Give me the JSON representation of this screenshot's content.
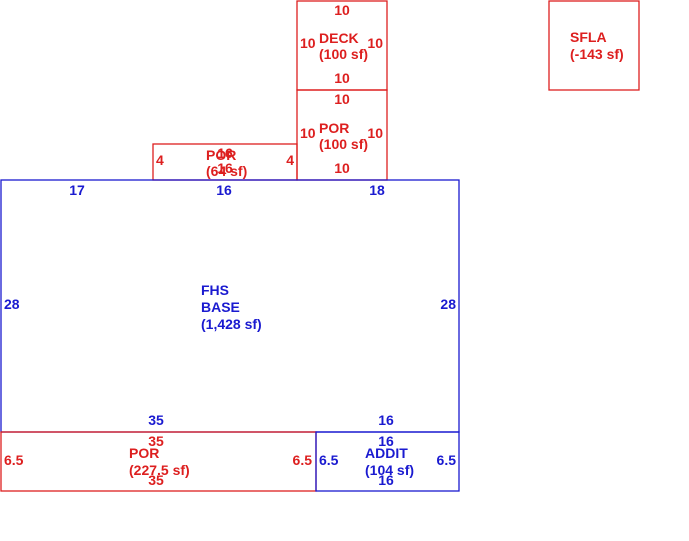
{
  "colors": {
    "red": "#dd1f1f",
    "blue": "#1a1ad0"
  },
  "areas": [
    {
      "id": "deck",
      "name": "DECK",
      "area": "(100 sf)",
      "color": "red",
      "dims": {
        "top": "10",
        "bottom": "10",
        "left": "10",
        "right": "10"
      }
    },
    {
      "id": "por-upper",
      "name": "POR",
      "area": "(100 sf)",
      "color": "red",
      "dims": {
        "top": "10",
        "bottom": "10",
        "left": "10",
        "right": "10"
      }
    },
    {
      "id": "por-small",
      "name": "POR",
      "area": "(64 sf)",
      "color": "red",
      "dims": {
        "top": "16",
        "bottom": "16",
        "left": "4",
        "right": "4"
      }
    },
    {
      "id": "sfla",
      "name": "SFLA",
      "area": "(-143 sf)",
      "color": "red",
      "dims": {}
    },
    {
      "id": "fhs-base",
      "name": "FHS",
      "name2": "BASE",
      "area": "(1,428 sf)",
      "color": "blue",
      "dims": {
        "top_left": "17",
        "top_mid": "16",
        "top_right": "18",
        "left": "28",
        "right": "28",
        "bottom_left": "35",
        "bottom_right": "16"
      }
    },
    {
      "id": "por-bottom",
      "name": "POR",
      "area": "(227.5 sf)",
      "color": "red",
      "dims": {
        "top": "35",
        "bottom": "35",
        "left": "6.5",
        "right": "6.5"
      }
    },
    {
      "id": "addit",
      "name": "ADDIT",
      "area": "(104 sf)",
      "color": "blue",
      "dims": {
        "top": "16",
        "bottom": "16",
        "left": "6.5",
        "right": "6.5"
      }
    }
  ]
}
